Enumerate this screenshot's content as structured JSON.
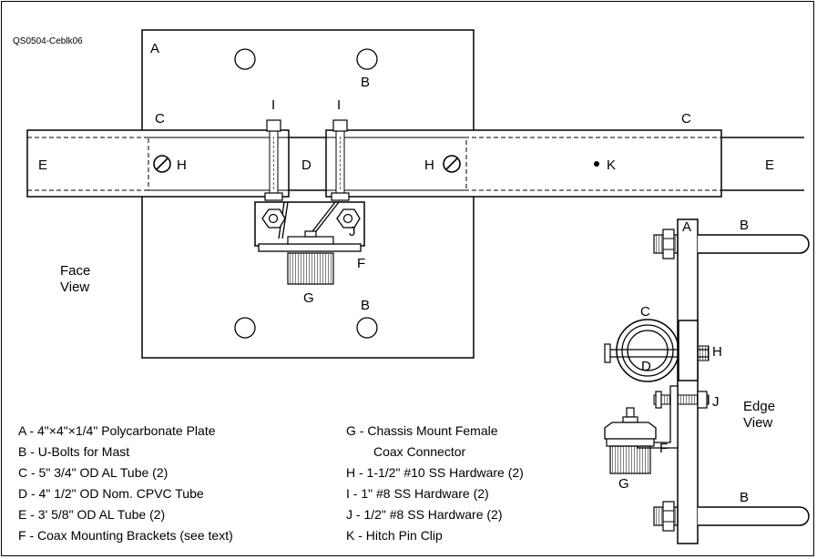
{
  "figure_id": "QS0504-Ceblk06",
  "labels": {
    "A": "A",
    "B": "B",
    "C": "C",
    "D": "D",
    "E": "E",
    "F": "F",
    "G": "G",
    "H": "H",
    "I": "I",
    "J": "J",
    "K": "K"
  },
  "views": {
    "face": [
      "Face",
      "View"
    ],
    "edge": [
      "Edge",
      "View"
    ]
  },
  "legend_left": [
    "A - 4\"×4\"×1/4\" Polycarbonate Plate",
    "B - U-Bolts for Mast",
    "C - 5\" 3/4\" OD AL Tube (2)",
    "D - 4\" 1/2\" OD Nom. CPVC Tube",
    "E - 3' 5/8\" OD AL Tube (2)",
    "F - Coax Mounting Brackets (see text)"
  ],
  "legend_right": [
    "G - Chassis Mount Female",
    "Coax Connector",
    "H - 1-1/2\" #10 SS Hardware (2)",
    "I - 1\" #8 SS Hardware (2)",
    "J - 1/2\" #8 SS Hardware (2)",
    "K - Hitch Pin Clip"
  ]
}
